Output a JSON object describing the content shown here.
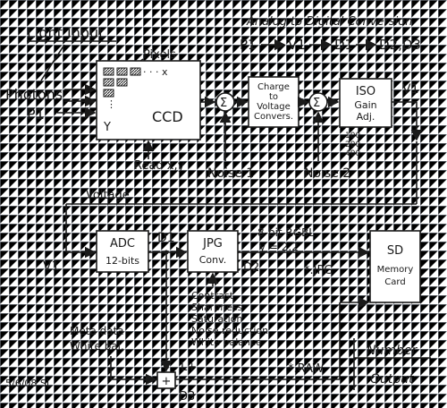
{
  "title": "Analog to Digital Conversion",
  "chain": {
    "p1": "P1",
    "v1": "V1",
    "d1": "D1",
    "d2d3": "D2,D3"
  },
  "light_input": "Light Input",
  "photons": "Photons",
  "p1_label": "P1",
  "pixels": "Pixels",
  "ccd": {
    "label": "CCD",
    "x": "x",
    "y": "Y",
    "dots": "· · · x"
  },
  "read_xy": "Read x,y",
  "sigma": "Σ",
  "noise1": "Noise 1",
  "noise2": "Noise 2",
  "charge_box": [
    "Charge",
    "to",
    "Voltage",
    "Convers."
  ],
  "iso_box": {
    "title": "ISO",
    "lines": [
      "Gain",
      "Adj."
    ]
  },
  "iso_values": [
    "100",
    "200",
    "400"
  ],
  "v1_right": "V1",
  "voltage": "Voltage",
  "v1_left": "V1",
  "adc": {
    "title": "ADC",
    "bits": "12-bits"
  },
  "d1_label": "D1",
  "jpg": {
    "title": "JPG",
    "sub": "Conv."
  },
  "rgb_line1": "8-bit RGBL",
  "rgb_line2": "γ = 2.2",
  "d2_label": "D2",
  "jpg_file": "*.JPG",
  "sd": {
    "title": "SD",
    "lines": [
      "Memory",
      "Card"
    ]
  },
  "jpg_settings": [
    "Contrast",
    "Sharpness",
    "Saturation",
    "Noise reduction",
    "White balance"
  ],
  "meta": [
    "Meta data",
    "White bal."
  ],
  "plus": "+",
  "l_plus": "L+",
  "d3_label": "D3",
  "raw_file": "*.RAW",
  "number": "Number",
  "output": "Output",
  "date_sig": "5/6/08 SL"
}
